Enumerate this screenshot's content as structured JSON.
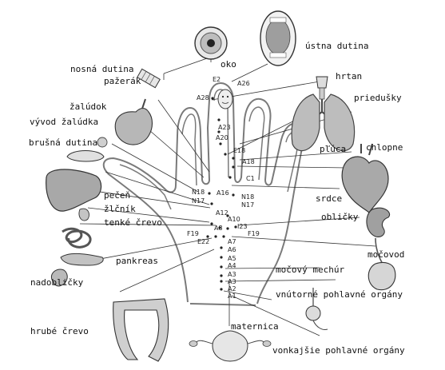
{
  "organ_labels": {
    "oko": "oko",
    "ustna_dutina": "ústna dutina",
    "nosna_dutina": "nosná dutina",
    "pazerak": "pažerák",
    "hrtan": "hrtan",
    "zaludok": "žalúdok",
    "priedusky": "priedušky",
    "vyvod_zaludka": "vývod žalúdka",
    "brusna_dutina": "brušná dutina",
    "pluca": "pľúca",
    "chlopne": "chlopne",
    "pecen": "pečeň",
    "srdce": "srdce",
    "zlcnik": "žlčník",
    "obličky": "obličky",
    "tenke_crevo": "tenké črevo",
    "mocovod": "močovod",
    "pankreas": "pankreas",
    "mocovy_mechur": "močový mechúr",
    "nadoblicky": "nadobličky",
    "vnutorne_pohlavne_organy": "vnútorné pohlavné orgány",
    "hrube_crevo": "hrubé črevo",
    "maternica": "maternica",
    "vonkajsie_pohlavne_organy": "vonkajšie pohlavné orgány"
  },
  "point_codes": {
    "E2": "E2",
    "A26": "A26",
    "A28": "A28",
    "A23": "A23",
    "A20": "A20",
    "E18": "E18",
    "A18": "A18",
    "C1": "C1",
    "A16": "A16",
    "N18_left": "N18",
    "N17_left": "N17",
    "N18_right": "N18",
    "N17_right": "N17",
    "A12": "A12",
    "A10": "A10",
    "A8": "A8",
    "I23": "I23",
    "F19_right": "F19",
    "F19_left": "F19",
    "E22": "E22",
    "A7": "A7",
    "A6": "A6",
    "A5": "A5",
    "A4": "A4",
    "A3_upper": "A3",
    "A3_lower": "A3",
    "A2": "A2",
    "A1": "A1"
  },
  "colors": {
    "ink": "#111111",
    "line": "#333333",
    "hand_outline": "#7a7a7a",
    "organ_shade": "#9a9a9a",
    "organ_fill": "#d9d9d9"
  }
}
